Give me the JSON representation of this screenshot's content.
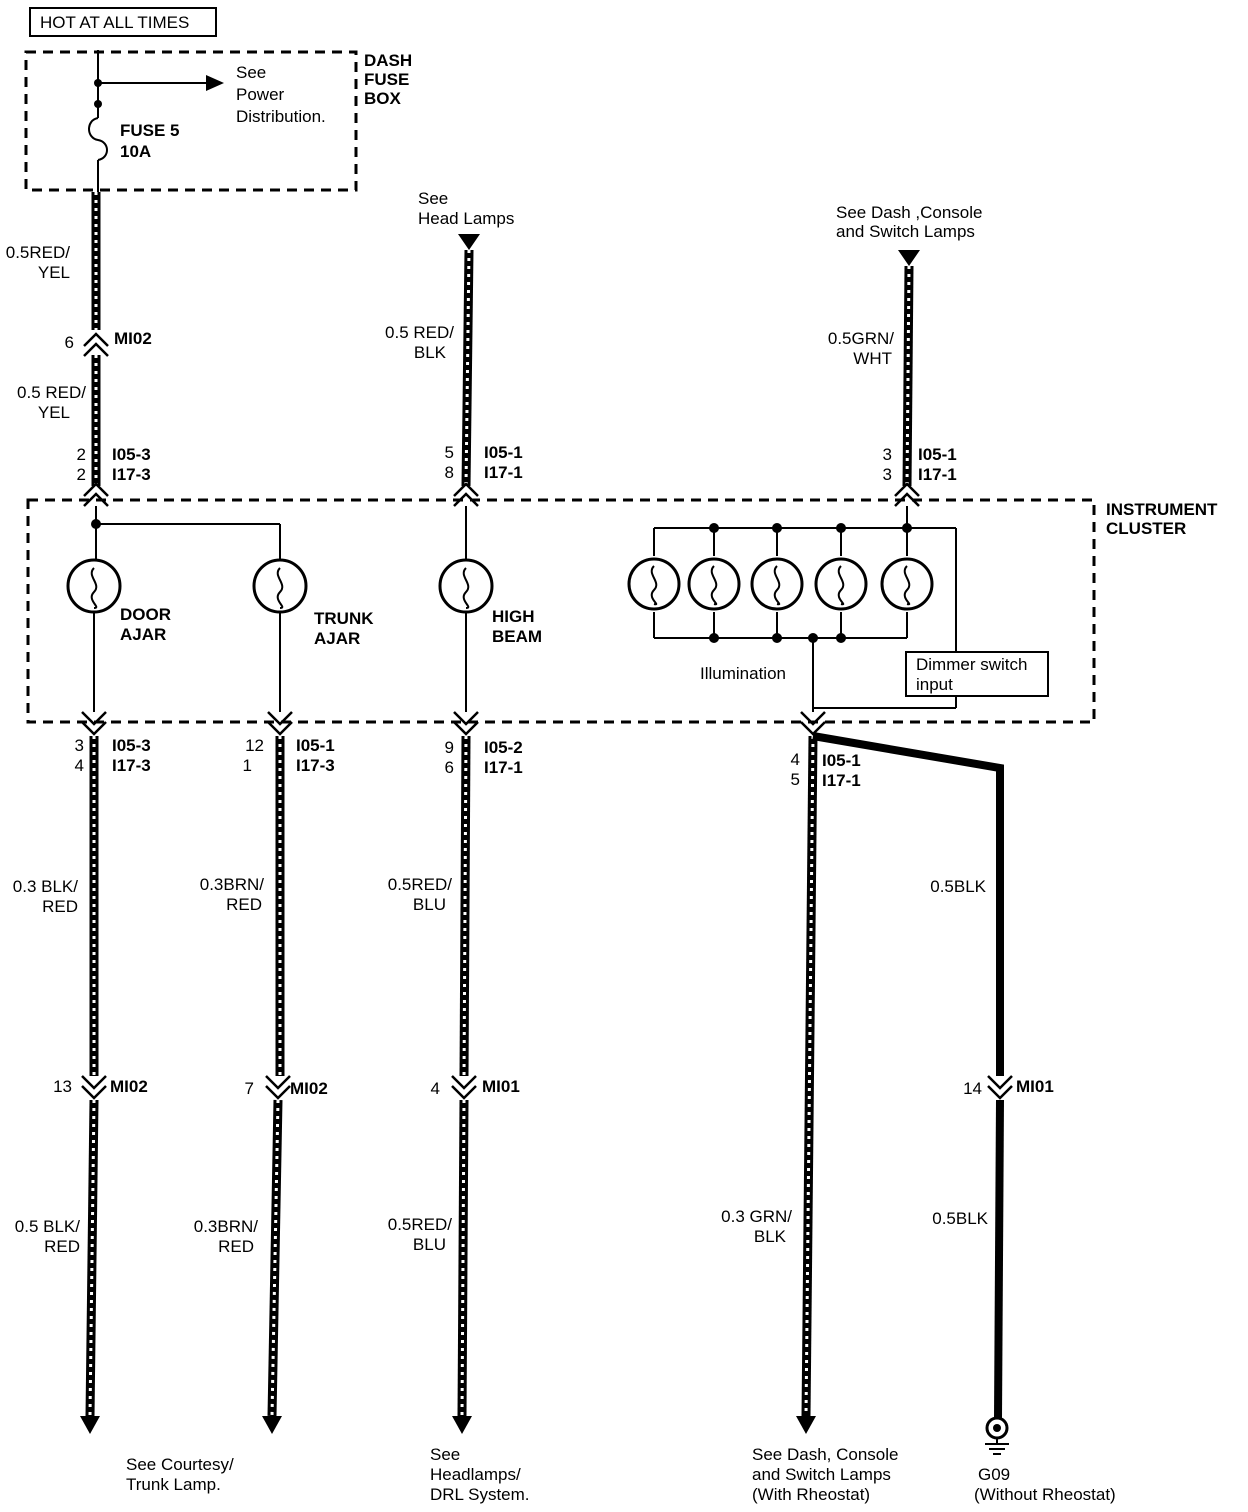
{
  "header": {
    "hot_label": "HOT AT ALL TIMES"
  },
  "fuse_box": {
    "title_lines": [
      "DASH",
      "FUSE",
      "BOX"
    ],
    "see_lines": [
      "See",
      "Power",
      "Distribution."
    ],
    "fuse_lines": [
      "FUSE 5",
      "10A"
    ]
  },
  "cluster": {
    "title_lines": [
      "INSTRUMENT",
      "CLUSTER"
    ],
    "illumination": "Illumination",
    "dimmer_lines": [
      "Dimmer switch",
      "input"
    ],
    "lamps": {
      "door": [
        "DOOR",
        "AJAR"
      ],
      "trunk": [
        "TRUNK",
        "AJAR"
      ],
      "high": [
        "HIGH",
        "BEAM"
      ]
    }
  },
  "refs": {
    "head_lamps": [
      "See",
      "Head Lamps"
    ],
    "dash_console_top": [
      "See Dash ,Console",
      "and Switch Lamps"
    ],
    "courtesy": [
      "See Courtesy/",
      "Trunk Lamp."
    ],
    "headlamps_drl": [
      "See",
      "Headlamps/",
      "DRL System."
    ],
    "dash_rheostat": [
      "See Dash, Console",
      "and Switch Lamps",
      "(With Rheostat)"
    ],
    "ground": [
      "G09",
      "(Without Rheostat)"
    ]
  },
  "wires": {
    "fuse_out": [
      "0.5RED/",
      "YEL"
    ],
    "fuse_mid": [
      "0.5 RED/",
      "YEL"
    ],
    "head_in": [
      "0.5 RED/",
      "BLK"
    ],
    "dash_in": [
      "0.5GRN/",
      "WHT"
    ],
    "door_a": [
      "0.3 BLK/",
      "RED"
    ],
    "door_b": [
      "0.5 BLK/",
      "RED"
    ],
    "trunk_a": [
      "0.3BRN/",
      "RED"
    ],
    "trunk_b": [
      "0.3BRN/",
      "RED"
    ],
    "high_a": [
      "0.5RED/",
      "BLU"
    ],
    "high_b": [
      "0.5RED/",
      "BLU"
    ],
    "dash_out": [
      "0.3 GRN/",
      "BLK"
    ],
    "ground_a": "0.5BLK",
    "ground_b": "0.5BLK"
  },
  "connectors": {
    "mi02_top": {
      "pin": "6",
      "name": "MI02"
    },
    "top1": {
      "pins": [
        "2",
        "2"
      ],
      "names": [
        "I05-3",
        "I17-3"
      ]
    },
    "top2": {
      "pins": [
        "5",
        "8"
      ],
      "names": [
        "I05-1",
        "I17-1"
      ]
    },
    "top3": {
      "pins": [
        "3",
        "3"
      ],
      "names": [
        "I05-1",
        "I17-1"
      ]
    },
    "bot1": {
      "pins": [
        "3",
        "4"
      ],
      "names": [
        "I05-3",
        "I17-3"
      ]
    },
    "bot2": {
      "pins": [
        "12",
        "1"
      ],
      "names": [
        "I05-1",
        "I17-3"
      ]
    },
    "bot3": {
      "pins": [
        "9",
        "6"
      ],
      "names": [
        "I05-2",
        "I17-1"
      ]
    },
    "bot4": {
      "pins": [
        "4",
        "5"
      ],
      "names": [
        "I05-1",
        "I17-1"
      ]
    },
    "low1": {
      "pin": "13",
      "name": "MI02"
    },
    "low2": {
      "pin": "7",
      "name": "MI02"
    },
    "low3": {
      "pin": "4",
      "name": "MI01"
    },
    "low4": {
      "pin": "14",
      "name": "MI01"
    }
  }
}
